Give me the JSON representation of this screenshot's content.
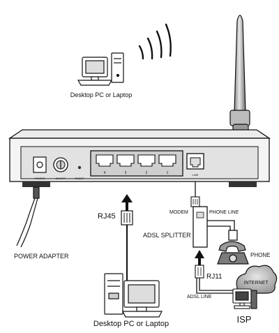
{
  "labels": {
    "top_computer": "Desktop PC or Laptop",
    "bottom_computer": "Desktop PC or Laptop",
    "power_adapter": "POWER ADAPTER",
    "rj45": "RJ45",
    "rj11": "RJ11",
    "modem": "MODEM",
    "phone_line": "PHONE LINE",
    "adsl_splitter": "ADSL SPLITTER",
    "phone": "PHONE",
    "adsl_line": "ADSL LINE",
    "internet": "INTERNET",
    "isp": "ISP"
  },
  "router_ports": {
    "power": "POWER",
    "on_off": "ON/OFF",
    "reset": "RESET",
    "lan": [
      "4",
      "3",
      "2",
      "1"
    ],
    "line": "LINE"
  },
  "colors": {
    "ink": "#111111",
    "router_body": "#f4f4f4",
    "router_face": "#d6d6d6",
    "port": "#ffffff",
    "antenna": "#c9c9c9",
    "cloud": "#bdbdbd"
  },
  "icons": {
    "wireless": "wifi-waves-icon",
    "top_pc": "desktop-computer-icon",
    "bottom_pc": "desktop-computer-icon",
    "phone": "telephone-icon",
    "isp": "isp-server-icon"
  }
}
